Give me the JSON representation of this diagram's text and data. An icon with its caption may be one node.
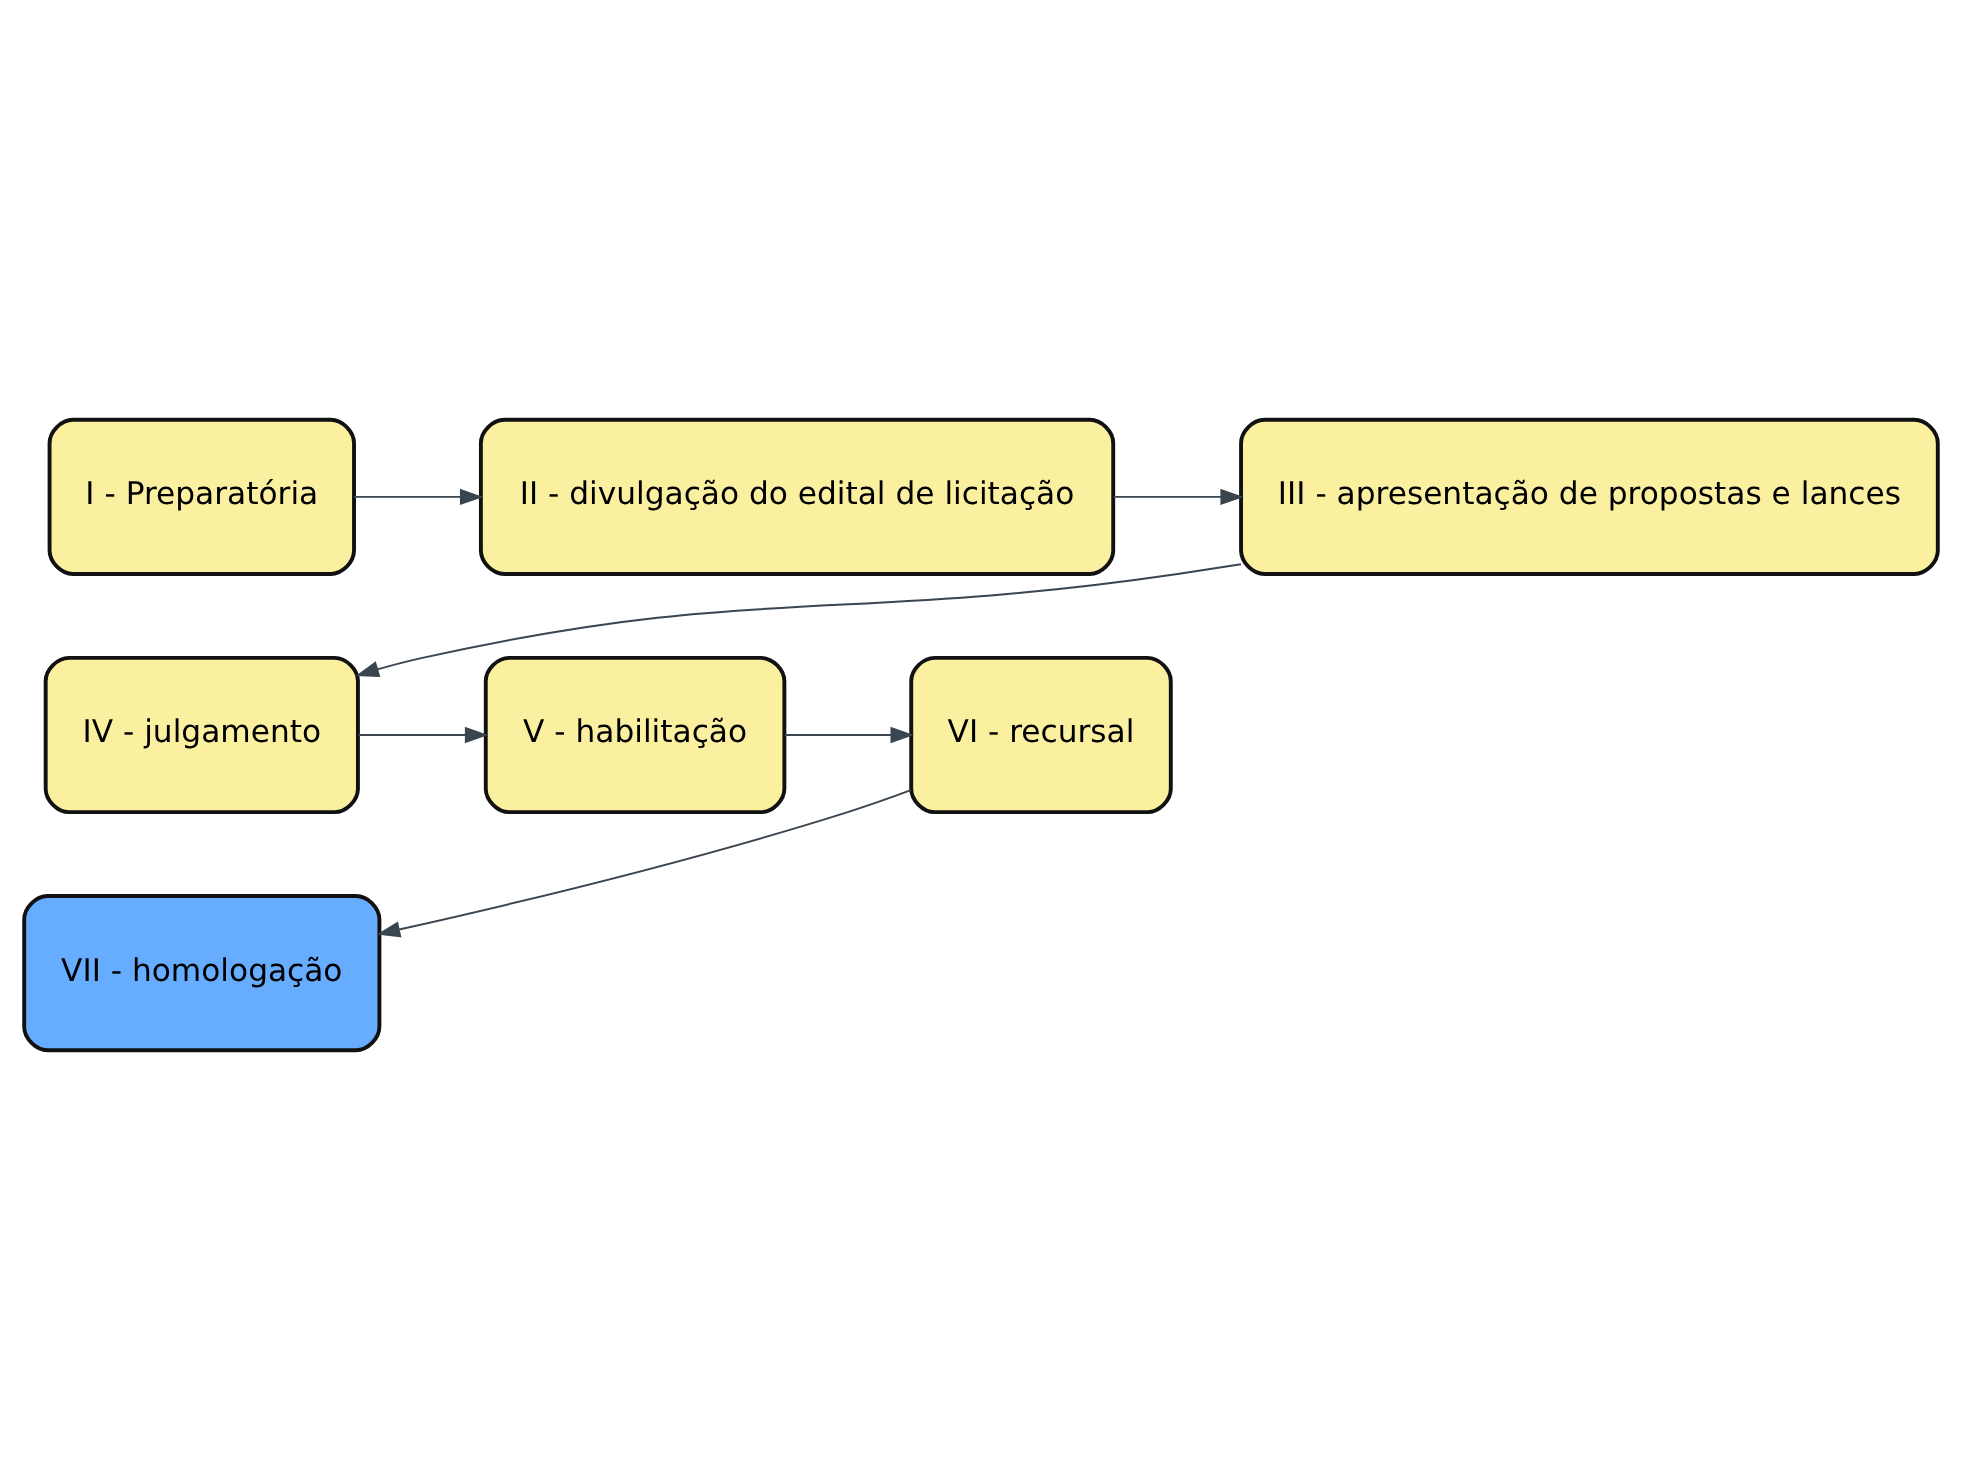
{
  "diagram": {
    "nodes": [
      {
        "text": [
          "I - Preparatória"
        ]
      },
      {
        "text": [
          "II - divulgação do edital de licitação"
        ]
      },
      {
        "text": [
          "III - apresentação de propostas e lances"
        ]
      },
      {
        "text": [
          "IV - julgamento"
        ]
      },
      {
        "text": [
          "V - habilitação"
        ]
      },
      {
        "text": [
          "VI - recursal"
        ]
      },
      {
        "text": [
          "VII - homologação"
        ]
      }
    ],
    "edges": [
      {
        "from": 0,
        "to": 1,
        "arrow": "to"
      },
      {
        "from": 1,
        "to": 2,
        "arrow": "to"
      },
      {
        "from": 2,
        "to": 3,
        "arrow": "to"
      },
      {
        "from": 3,
        "to": 4,
        "arrow": "to"
      },
      {
        "from": 4,
        "to": 5,
        "arrow": "to"
      },
      {
        "from": 5,
        "to": 6,
        "arrow": "to"
      }
    ]
  }
}
